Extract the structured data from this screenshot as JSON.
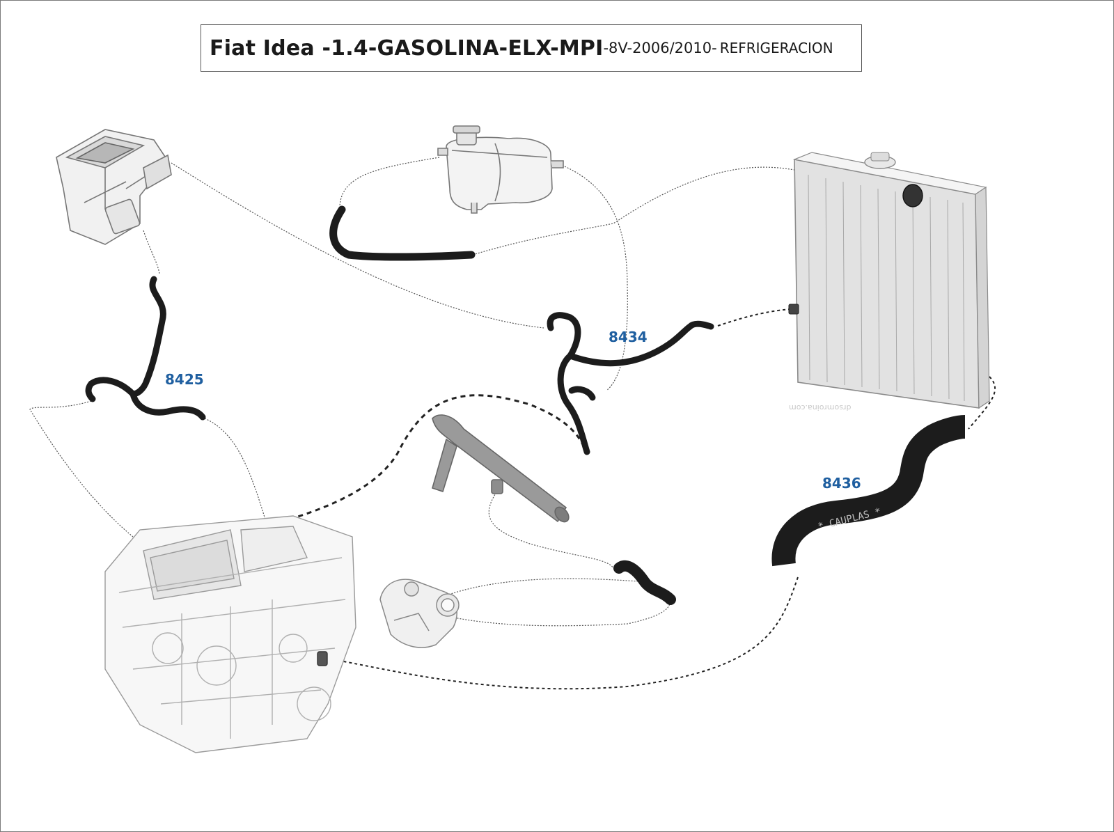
{
  "title": {
    "main": "Fiat Idea -1.4-GASOLINA-ELX-MPI",
    "sub": "-8V-2006/2010-",
    "tail": "REFRIGERACION"
  },
  "parts": [
    {
      "id": "8425",
      "label": "8425"
    },
    {
      "id": "8434",
      "label": "8434"
    },
    {
      "id": "8436",
      "label": "8436"
    }
  ],
  "hose_brand": "* CAUPLAS *",
  "watermark": "drsomroina.com",
  "colors": {
    "part_label": "#1f5fa0",
    "hose": "#1c1c1c",
    "outline": "#8a8a8a"
  }
}
